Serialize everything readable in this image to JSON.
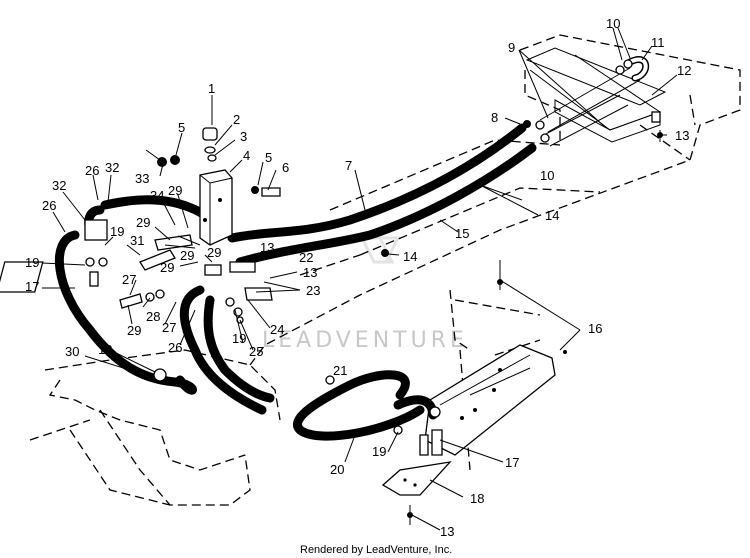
{
  "diagram": {
    "callouts": [
      {
        "id": "c1",
        "text": "1"
      },
      {
        "id": "c2",
        "text": "2"
      },
      {
        "id": "c3",
        "text": "3"
      },
      {
        "id": "c4",
        "text": "4"
      },
      {
        "id": "c5a",
        "text": "5"
      },
      {
        "id": "c5b",
        "text": "5"
      },
      {
        "id": "c6",
        "text": "6"
      },
      {
        "id": "c7",
        "text": "7"
      },
      {
        "id": "c8",
        "text": "8"
      },
      {
        "id": "c9",
        "text": "9"
      },
      {
        "id": "c10a",
        "text": "10"
      },
      {
        "id": "c10b",
        "text": "10"
      },
      {
        "id": "c10c",
        "text": "10"
      },
      {
        "id": "c11",
        "text": "11"
      },
      {
        "id": "c12",
        "text": "12"
      },
      {
        "id": "c13a",
        "text": "13"
      },
      {
        "id": "c13b",
        "text": "13"
      },
      {
        "id": "c13c",
        "text": "13"
      },
      {
        "id": "c13d",
        "text": "13"
      },
      {
        "id": "c14a",
        "text": "14"
      },
      {
        "id": "c14b",
        "text": "14"
      },
      {
        "id": "c15",
        "text": "15"
      },
      {
        "id": "c16",
        "text": "16"
      },
      {
        "id": "c17a",
        "text": "17"
      },
      {
        "id": "c17b",
        "text": "17"
      },
      {
        "id": "c18",
        "text": "18"
      },
      {
        "id": "c19a",
        "text": "19"
      },
      {
        "id": "c19b",
        "text": "19"
      },
      {
        "id": "c19c",
        "text": "19"
      },
      {
        "id": "c19d",
        "text": "19"
      },
      {
        "id": "c20",
        "text": "20"
      },
      {
        "id": "c21",
        "text": "21"
      },
      {
        "id": "c22",
        "text": "22"
      },
      {
        "id": "c23",
        "text": "23"
      },
      {
        "id": "c24",
        "text": "24"
      },
      {
        "id": "c25",
        "text": "25"
      },
      {
        "id": "c26a",
        "text": "26"
      },
      {
        "id": "c26b",
        "text": "26"
      },
      {
        "id": "c26c",
        "text": "26"
      },
      {
        "id": "c27a",
        "text": "27"
      },
      {
        "id": "c27b",
        "text": "27"
      },
      {
        "id": "c28",
        "text": "28"
      },
      {
        "id": "c29a",
        "text": "29"
      },
      {
        "id": "c29b",
        "text": "29"
      },
      {
        "id": "c29c",
        "text": "29"
      },
      {
        "id": "c29d",
        "text": "29"
      },
      {
        "id": "c29e",
        "text": "29"
      },
      {
        "id": "c29f",
        "text": "29"
      },
      {
        "id": "c30",
        "text": "30"
      },
      {
        "id": "c31",
        "text": "31"
      },
      {
        "id": "c32a",
        "text": "32"
      },
      {
        "id": "c32b",
        "text": "32"
      },
      {
        "id": "c33",
        "text": "33"
      },
      {
        "id": "c34",
        "text": "34"
      }
    ],
    "watermark": "LEADVENTURE",
    "footer": "Rendered by LeadVenture, Inc."
  }
}
